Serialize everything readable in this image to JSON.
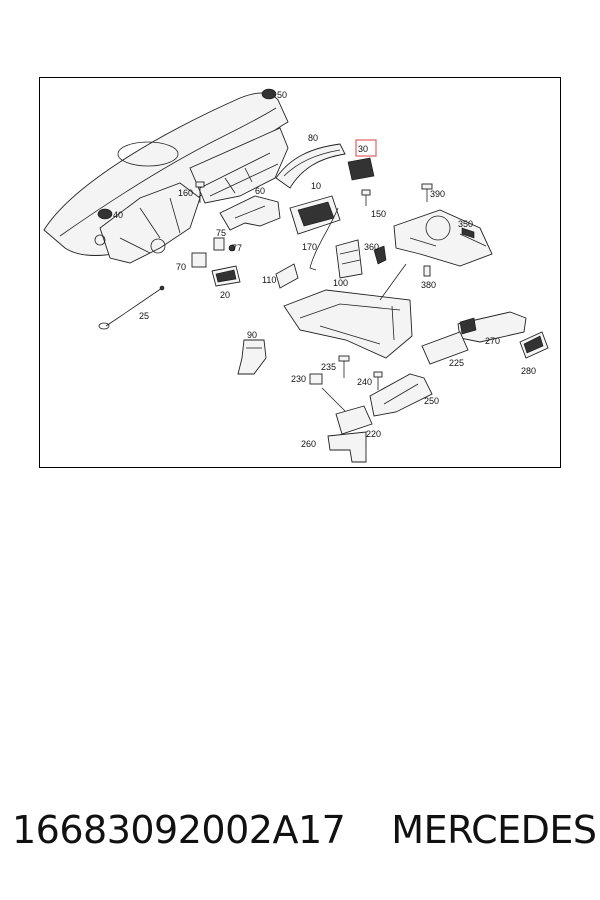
{
  "diagram": {
    "labels": [
      {
        "id": "50",
        "text": "50"
      },
      {
        "id": "80",
        "text": "80"
      },
      {
        "id": "30",
        "text": "30",
        "highlighted": true
      },
      {
        "id": "160",
        "text": "160"
      },
      {
        "id": "10",
        "text": "10"
      },
      {
        "id": "60",
        "text": "60"
      },
      {
        "id": "390",
        "text": "390"
      },
      {
        "id": "40",
        "text": "40"
      },
      {
        "id": "150",
        "text": "150"
      },
      {
        "id": "350",
        "text": "350"
      },
      {
        "id": "75",
        "text": "75"
      },
      {
        "id": "77",
        "text": "77"
      },
      {
        "id": "170",
        "text": "170"
      },
      {
        "id": "360",
        "text": "360"
      },
      {
        "id": "70",
        "text": "70"
      },
      {
        "id": "110",
        "text": "110"
      },
      {
        "id": "100",
        "text": "100"
      },
      {
        "id": "380",
        "text": "380"
      },
      {
        "id": "20",
        "text": "20"
      },
      {
        "id": "25",
        "text": "25"
      },
      {
        "id": "270",
        "text": "270"
      },
      {
        "id": "90",
        "text": "90"
      },
      {
        "id": "225",
        "text": "225"
      },
      {
        "id": "280",
        "text": "280"
      },
      {
        "id": "235",
        "text": "235"
      },
      {
        "id": "230",
        "text": "230"
      },
      {
        "id": "240",
        "text": "240"
      },
      {
        "id": "250",
        "text": "250"
      },
      {
        "id": "220",
        "text": "220"
      },
      {
        "id": "260",
        "text": "260"
      }
    ],
    "highlight_color": "#e06060"
  },
  "caption": {
    "part_number": "16683092002A17",
    "brand": "MERCEDES"
  }
}
